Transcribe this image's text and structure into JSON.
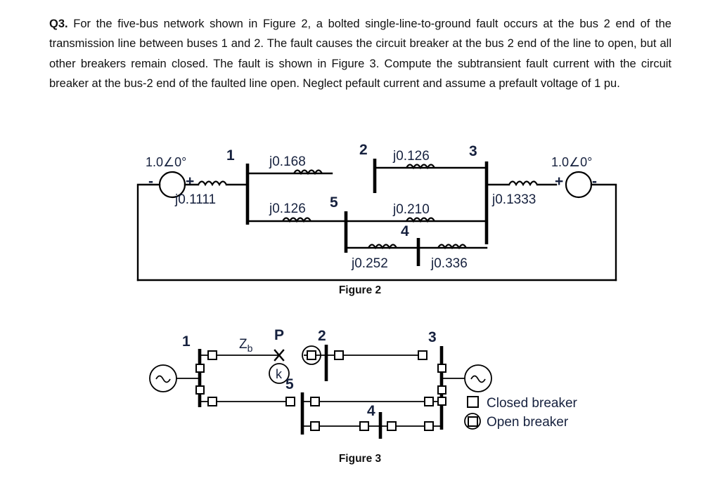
{
  "question": {
    "label": "Q3.",
    "body": "For the five-bus network shown in Figure 2, a bolted single-line-to-ground fault occurs at the bus 2 end of the transmission line between buses 1 and 2. The fault causes the circuit breaker at the bus 2 end of the line to open, but all other breakers remain closed. The fault is shown in Figure 3. Compute the subtransient fault current with the circuit breaker at the bus-2 end of the faulted line open. Neglect pefault current and assume a prefault voltage of 1 pu."
  },
  "figure2": {
    "caption": "Figure 2",
    "sources": [
      {
        "id": "gen-left",
        "label": "1.0∠0°",
        "sign_left": "-",
        "sign_right": "+"
      },
      {
        "id": "gen-right",
        "label": "1.0∠0°",
        "sign_left": "+",
        "sign_right": "-"
      }
    ],
    "buses": [
      {
        "id": "bus-1",
        "label": "1"
      },
      {
        "id": "bus-2",
        "label": "2"
      },
      {
        "id": "bus-3",
        "label": "3"
      },
      {
        "id": "bus-4",
        "label": "4"
      },
      {
        "id": "bus-5",
        "label": "5"
      }
    ],
    "impedances": [
      {
        "id": "gen1-reactance",
        "label": "j0.1111"
      },
      {
        "id": "line-1-2",
        "label": "j0.168"
      },
      {
        "id": "line-2-3",
        "label": "j0.126"
      },
      {
        "id": "line-1-5",
        "label": "j0.126"
      },
      {
        "id": "line-5-3",
        "label": "j0.210"
      },
      {
        "id": "line-5-4",
        "label": "j0.252"
      },
      {
        "id": "line-4-3",
        "label": "j0.336"
      },
      {
        "id": "gen3-reactance",
        "label": "j0.1333"
      }
    ]
  },
  "figure3": {
    "caption": "Figure 3",
    "buses": [
      {
        "id": "bus-1",
        "label": "1"
      },
      {
        "id": "bus-2",
        "label": "2"
      },
      {
        "id": "bus-3",
        "label": "3"
      },
      {
        "id": "bus-4",
        "label": "4"
      },
      {
        "id": "bus-5",
        "label": "5"
      }
    ],
    "annotations": [
      {
        "id": "line-impedance",
        "label": "Zb",
        "base": "Z",
        "sub": "b"
      },
      {
        "id": "fault-point",
        "label": "P"
      },
      {
        "id": "fault-node",
        "label": "k"
      }
    ],
    "legend": [
      {
        "id": "closed-breaker",
        "symbol": "square",
        "label": "Closed breaker"
      },
      {
        "id": "open-breaker",
        "symbol": "circled-square",
        "label": "Open breaker"
      }
    ]
  },
  "colors": {
    "text": "#111111",
    "label_blue": "#16213e",
    "wire": "#000000",
    "background": "#ffffff"
  }
}
